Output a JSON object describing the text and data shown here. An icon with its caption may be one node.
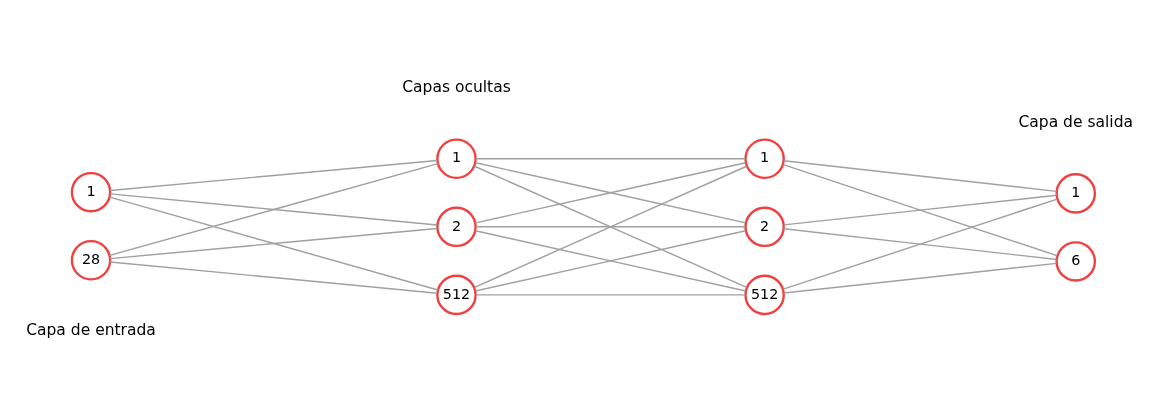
{
  "diagram": {
    "nodes": [
      {
        "text": [
          "1"
        ]
      },
      {
        "text": [
          "28"
        ]
      },
      {
        "text": [
          "1"
        ]
      },
      {
        "text": [
          "2"
        ]
      },
      {
        "text": [
          "512"
        ]
      },
      {
        "text": [
          "1"
        ]
      },
      {
        "text": [
          "2"
        ]
      },
      {
        "text": [
          "512"
        ]
      },
      {
        "text": [
          "1"
        ]
      },
      {
        "text": [
          "6"
        ]
      }
    ],
    "edges": [
      {
        "from": 0,
        "to": 2,
        "arrow": "none"
      },
      {
        "from": 0,
        "to": 3,
        "arrow": "none"
      },
      {
        "from": 0,
        "to": 4,
        "arrow": "none"
      },
      {
        "from": 1,
        "to": 2,
        "arrow": "none"
      },
      {
        "from": 1,
        "to": 3,
        "arrow": "none"
      },
      {
        "from": 1,
        "to": 4,
        "arrow": "none"
      },
      {
        "from": 2,
        "to": 5,
        "arrow": "none"
      },
      {
        "from": 2,
        "to": 6,
        "arrow": "none"
      },
      {
        "from": 2,
        "to": 7,
        "arrow": "none"
      },
      {
        "from": 3,
        "to": 5,
        "arrow": "none"
      },
      {
        "from": 3,
        "to": 6,
        "arrow": "none"
      },
      {
        "from": 3,
        "to": 7,
        "arrow": "none"
      },
      {
        "from": 4,
        "to": 5,
        "arrow": "none"
      },
      {
        "from": 4,
        "to": 6,
        "arrow": "none"
      },
      {
        "from": 4,
        "to": 7,
        "arrow": "none"
      },
      {
        "from": 5,
        "to": 8,
        "arrow": "none"
      },
      {
        "from": 5,
        "to": 9,
        "arrow": "none"
      },
      {
        "from": 6,
        "to": 8,
        "arrow": "none"
      },
      {
        "from": 6,
        "to": 9,
        "arrow": "none"
      },
      {
        "from": 7,
        "to": 8,
        "arrow": "none"
      },
      {
        "from": 7,
        "to": 9,
        "arrow": "none"
      }
    ],
    "labels": [
      "Capa de entrada",
      "Capas ocultas",
      "Capa de salida"
    ]
  }
}
